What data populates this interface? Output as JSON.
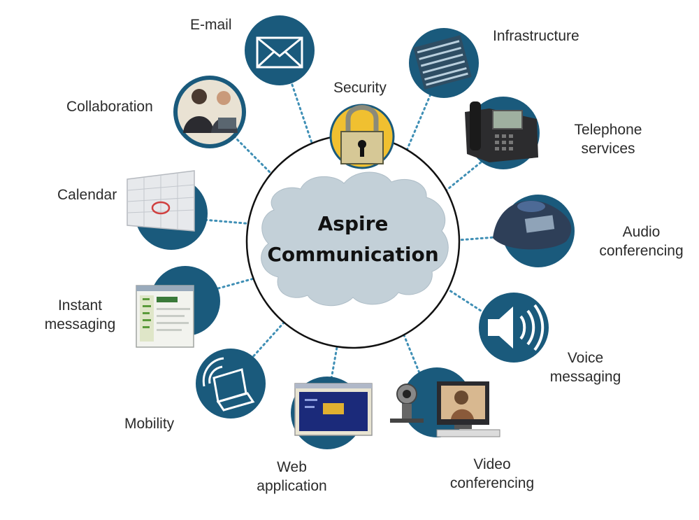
{
  "center": {
    "line1": "Aspire",
    "line2": "Communication"
  },
  "nodes": [
    {
      "id": "email",
      "label": "E-mail",
      "icon": "envelope-icon"
    },
    {
      "id": "security",
      "label": "Security",
      "icon": "padlock-icon"
    },
    {
      "id": "infrastructure",
      "label": "Infrastructure",
      "icon": "server-rack-icon"
    },
    {
      "id": "collaboration",
      "label": "Collaboration",
      "icon": "people-meeting-icon"
    },
    {
      "id": "telephone",
      "label_line1": "Telephone",
      "label_line2": "services",
      "icon": "desk-phone-icon"
    },
    {
      "id": "calendar",
      "label": "Calendar",
      "icon": "calendar-icon"
    },
    {
      "id": "audio",
      "label_line1": "Audio",
      "label_line2": "conferencing",
      "icon": "conference-phone-icon"
    },
    {
      "id": "im",
      "label_line1": "Instant",
      "label_line2": "messaging",
      "icon": "chat-window-icon"
    },
    {
      "id": "voice",
      "label_line1": "Voice",
      "label_line2": "messaging",
      "icon": "speaker-icon"
    },
    {
      "id": "mobility",
      "label": "Mobility",
      "icon": "laptop-wireless-icon"
    },
    {
      "id": "web",
      "label_line1": "Web",
      "label_line2": "application",
      "icon": "web-window-icon"
    },
    {
      "id": "video",
      "label_line1": "Video",
      "label_line2": "conferencing",
      "icon": "webcam-monitor-icon"
    }
  ],
  "colors": {
    "node_fill": "#1a5a7c",
    "connector": "#3f8fb5",
    "cloud": "#c3d0d8",
    "ring": "#111111",
    "padlock_circle": "#f0c030",
    "padlock_body": "#d6c896"
  }
}
